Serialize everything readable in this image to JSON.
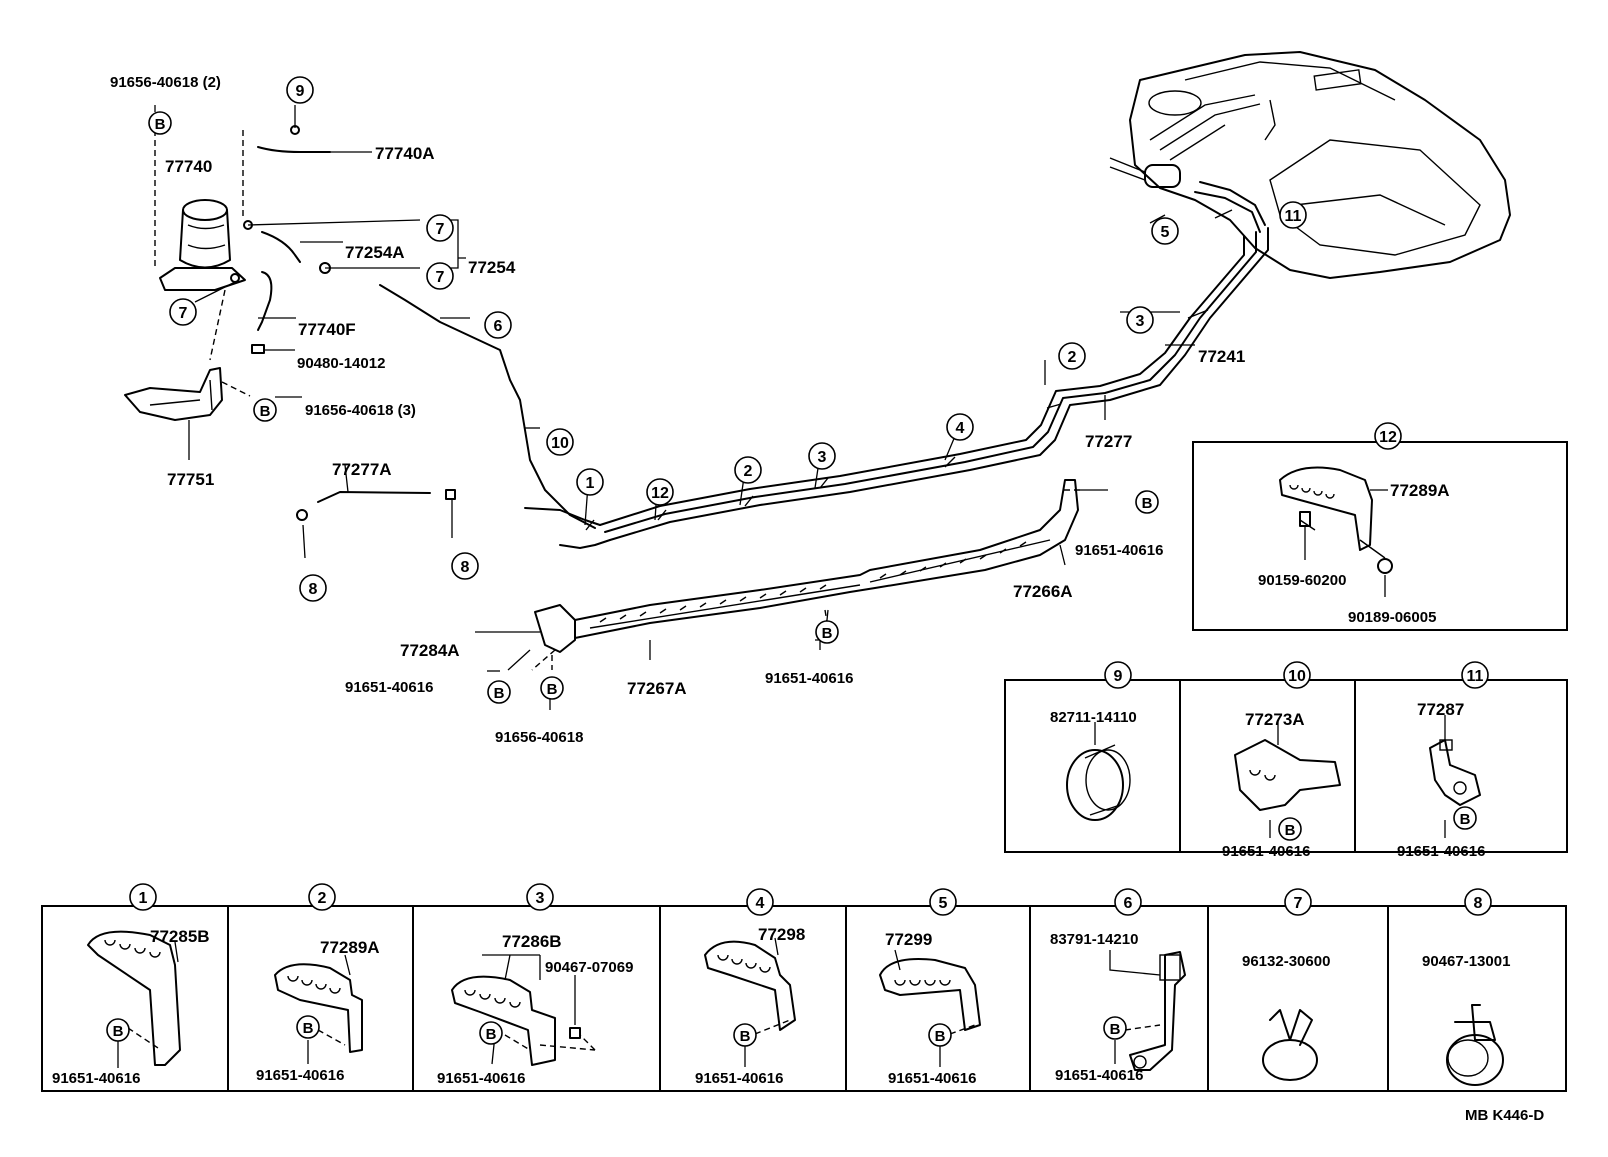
{
  "labels": {
    "p91656_40618_2": "91656-40618 (2)",
    "p77740": "77740",
    "p77740A": "77740A",
    "p77254A": "77254A",
    "p77254": "77254",
    "p77740F": "77740F",
    "p90480_14012": "90480-14012",
    "p91656_40618_3": "91656-40618 (3)",
    "p77751": "77751",
    "p77277A": "77277A",
    "p77241": "77241",
    "p77277": "77277",
    "p91651_40616_a": "91651-40616",
    "p77266A": "77266A",
    "p77284A": "77284A",
    "p91651_40616_b": "91651-40616",
    "p77267A": "77267A",
    "p91651_40616_c": "91651-40616",
    "p91656_40618": "91656-40618",
    "p77289A_box": "77289A",
    "p90159_60200": "90159-60200",
    "p90189_06005": "90189-06005",
    "p82711_14110": "82711-14110",
    "p77273A": "77273A",
    "p91651_40616_d": "91651-40616",
    "p77287": "77287",
    "p91651_40616_e": "91651-40616",
    "p77285B": "77285B",
    "p91651_40616_f": "91651-40616",
    "p77289A": "77289A",
    "p91651_40616_g": "91651-40616",
    "p77286B": "77286B",
    "p90467_07069": "90467-07069",
    "p91651_40616_h": "91651-40616",
    "p77298": "77298",
    "p91651_40616_i": "91651-40616",
    "p77299": "77299",
    "p91651_40616_j": "91651-40616",
    "p83791_14210": "83791-14210",
    "p91651_40616_k": "91651-40616",
    "p96132_30600": "96132-30600",
    "p90467_13001": "90467-13001",
    "footer": "MB  K446-D"
  },
  "callouts": {
    "c1": "1",
    "c2": "2",
    "c3": "3",
    "c4": "4",
    "c5": "5",
    "c6": "6",
    "c7": "7",
    "c8": "8",
    "c9": "9",
    "c10": "10",
    "c11": "11",
    "c12": "12"
  },
  "bolt_mark": "B"
}
